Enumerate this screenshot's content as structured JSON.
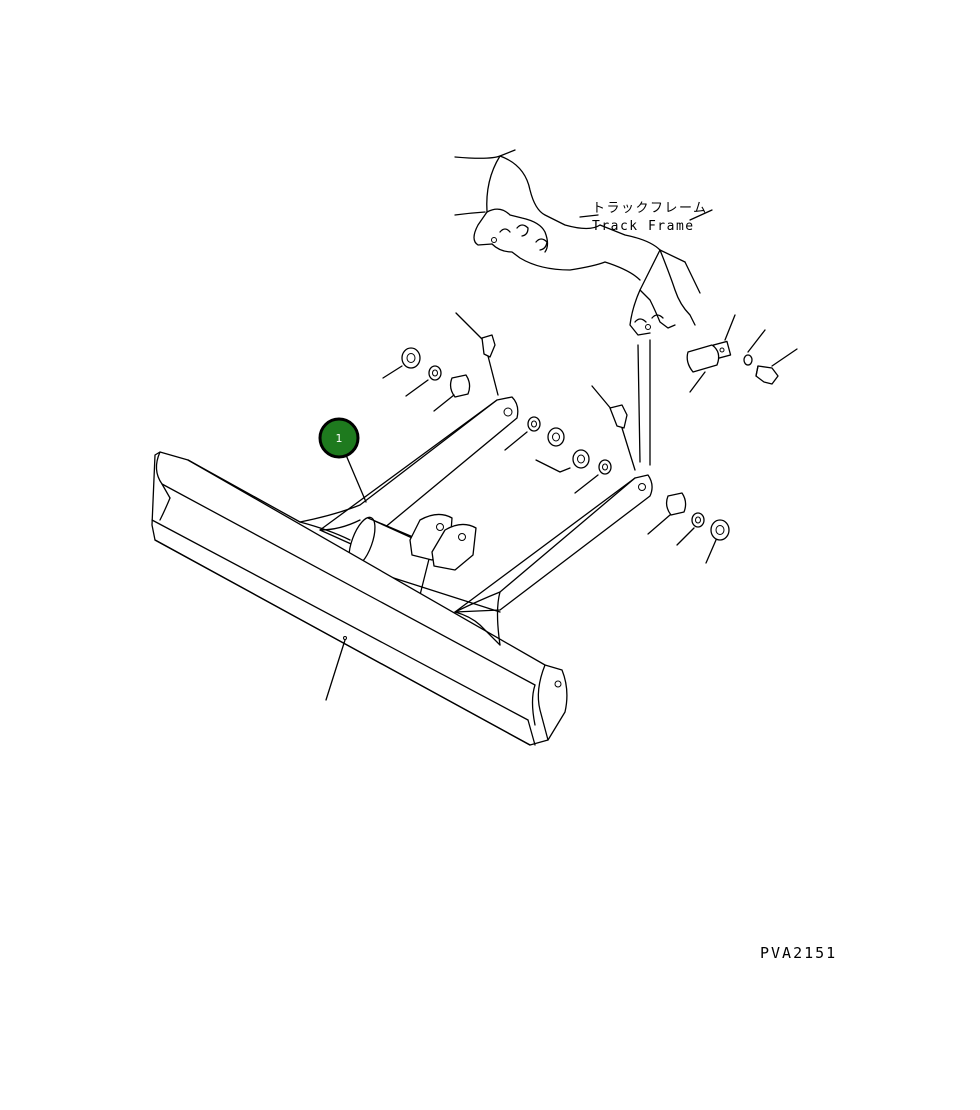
{
  "labels": {
    "track_frame_jp": "トラックフレーム",
    "track_frame_en": "Track Frame",
    "drawing_code": "PVA2151"
  },
  "callout": {
    "number": "1",
    "color": "#1e7a1e"
  }
}
